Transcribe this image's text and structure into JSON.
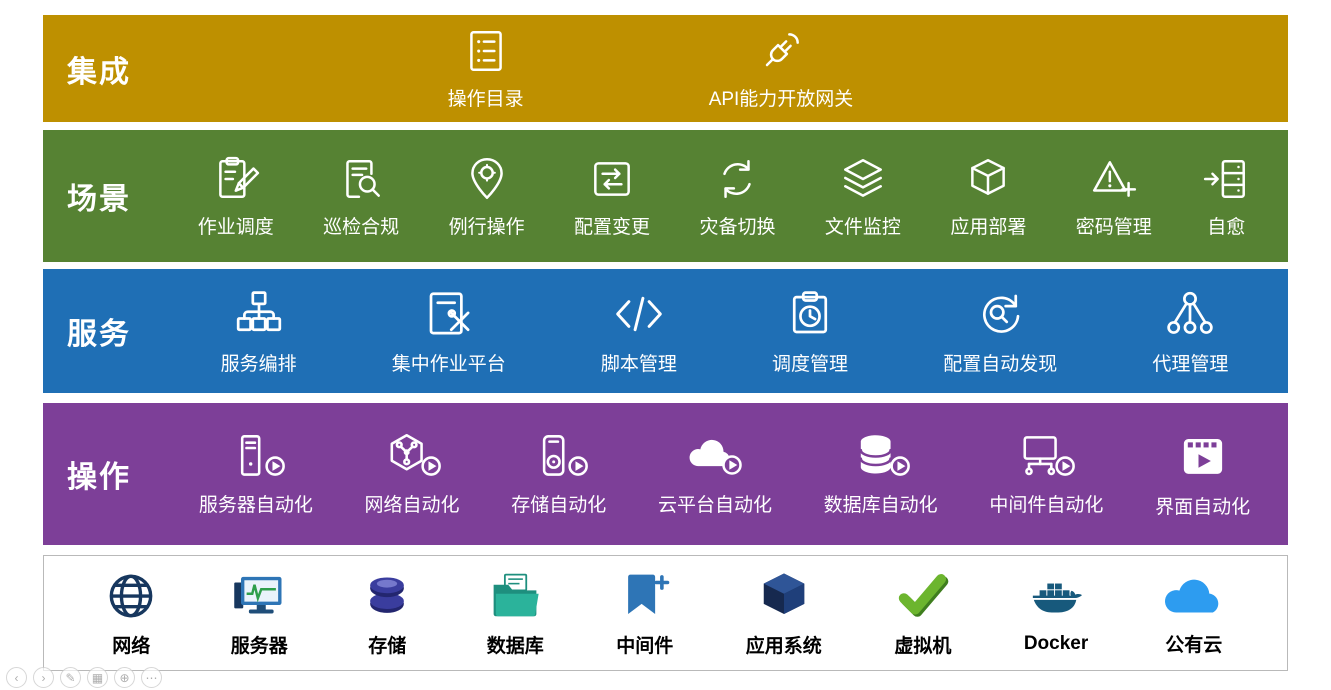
{
  "bands": [
    {
      "id": "integration",
      "label": "集成",
      "color": "#BE9000",
      "items": [
        {
          "label": "操作目录",
          "icon": "catalog-list-icon"
        },
        {
          "label": "API能力开放网关",
          "icon": "api-plug-icon"
        }
      ]
    },
    {
      "id": "scene",
      "label": "场景",
      "color": "#568233",
      "items": [
        {
          "label": "作业调度",
          "icon": "clipboard-pencil-icon"
        },
        {
          "label": "巡检合规",
          "icon": "document-search-icon"
        },
        {
          "label": "例行操作",
          "icon": "pin-gear-icon"
        },
        {
          "label": "配置变更",
          "icon": "swap-arrows-icon"
        },
        {
          "label": "灾备切换",
          "icon": "sync-arrows-icon"
        },
        {
          "label": "文件监控",
          "icon": "layers-icon"
        },
        {
          "label": "应用部署",
          "icon": "cube-outline-icon"
        },
        {
          "label": "密码管理",
          "icon": "warning-plus-icon"
        },
        {
          "label": "自愈",
          "icon": "server-restore-icon"
        }
      ]
    },
    {
      "id": "service",
      "label": "服务",
      "color": "#1F6FB5",
      "items": [
        {
          "label": "服务编排",
          "icon": "orchestration-tree-icon"
        },
        {
          "label": "集中作业平台",
          "icon": "job-platform-icon"
        },
        {
          "label": "脚本管理",
          "icon": "code-icon"
        },
        {
          "label": "调度管理",
          "icon": "schedule-clock-icon"
        },
        {
          "label": "配置自动发现",
          "icon": "auto-discovery-icon"
        },
        {
          "label": "代理管理",
          "icon": "agent-tree-icon"
        }
      ]
    },
    {
      "id": "operation",
      "label": "操作",
      "color": "#7D3F98",
      "items": [
        {
          "label": "服务器自动化",
          "icon": "server-play-icon"
        },
        {
          "label": "网络自动化",
          "icon": "network-play-icon"
        },
        {
          "label": "存储自动化",
          "icon": "storage-play-icon"
        },
        {
          "label": "云平台自动化",
          "icon": "cloud-play-icon"
        },
        {
          "label": "数据库自动化",
          "icon": "database-play-icon"
        },
        {
          "label": "中间件自动化",
          "icon": "middleware-play-icon"
        },
        {
          "label": "界面自动化",
          "icon": "film-play-icon"
        }
      ]
    }
  ],
  "resources": {
    "items": [
      {
        "label": "网络",
        "icon": "globe-icon",
        "color": "#17375E"
      },
      {
        "label": "服务器",
        "icon": "monitor-icon",
        "color": "#2E75B6"
      },
      {
        "label": "存储",
        "icon": "disk-stack-icon",
        "color": "#2B2E86"
      },
      {
        "label": "数据库",
        "icon": "folder-files-icon",
        "color": "#21A18C"
      },
      {
        "label": "中间件",
        "icon": "bookmark-plus-icon",
        "color": "#2E75B6"
      },
      {
        "label": "应用系统",
        "icon": "cube-solid-icon",
        "color": "#1F3864"
      },
      {
        "label": "虚拟机",
        "icon": "check-icon",
        "color": "#58A32E"
      },
      {
        "label": "Docker",
        "icon": "docker-whale-icon",
        "color": "#17597C"
      },
      {
        "label": "公有云",
        "icon": "cloud-solid-icon",
        "color": "#2D9CF0"
      }
    ]
  },
  "presenter_controls": [
    {
      "name": "prev-slide",
      "glyph": "‹"
    },
    {
      "name": "next-slide",
      "glyph": "›"
    },
    {
      "name": "pen",
      "glyph": "✎"
    },
    {
      "name": "slides",
      "glyph": "▦"
    },
    {
      "name": "zoom",
      "glyph": "⊕"
    },
    {
      "name": "more",
      "glyph": "⋯"
    }
  ]
}
